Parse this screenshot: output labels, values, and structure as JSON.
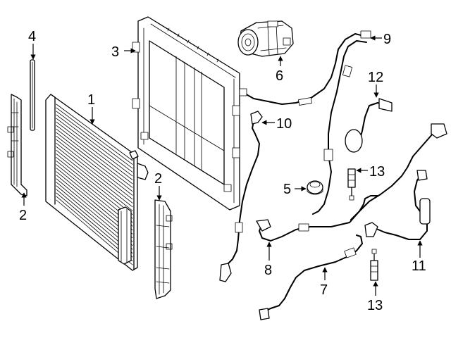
{
  "callouts": [
    {
      "id": "c1",
      "text": "1"
    },
    {
      "id": "c2a",
      "text": "2"
    },
    {
      "id": "c2b",
      "text": "2"
    },
    {
      "id": "c3",
      "text": "3"
    },
    {
      "id": "c4",
      "text": "4"
    },
    {
      "id": "c5",
      "text": "5"
    },
    {
      "id": "c6",
      "text": "6"
    },
    {
      "id": "c7",
      "text": "7"
    },
    {
      "id": "c8",
      "text": "8"
    },
    {
      "id": "c9",
      "text": "9"
    },
    {
      "id": "c10",
      "text": "10"
    },
    {
      "id": "c11",
      "text": "11"
    },
    {
      "id": "c12",
      "text": "12"
    },
    {
      "id": "c13a",
      "text": "13"
    },
    {
      "id": "c13b",
      "text": "13"
    }
  ]
}
